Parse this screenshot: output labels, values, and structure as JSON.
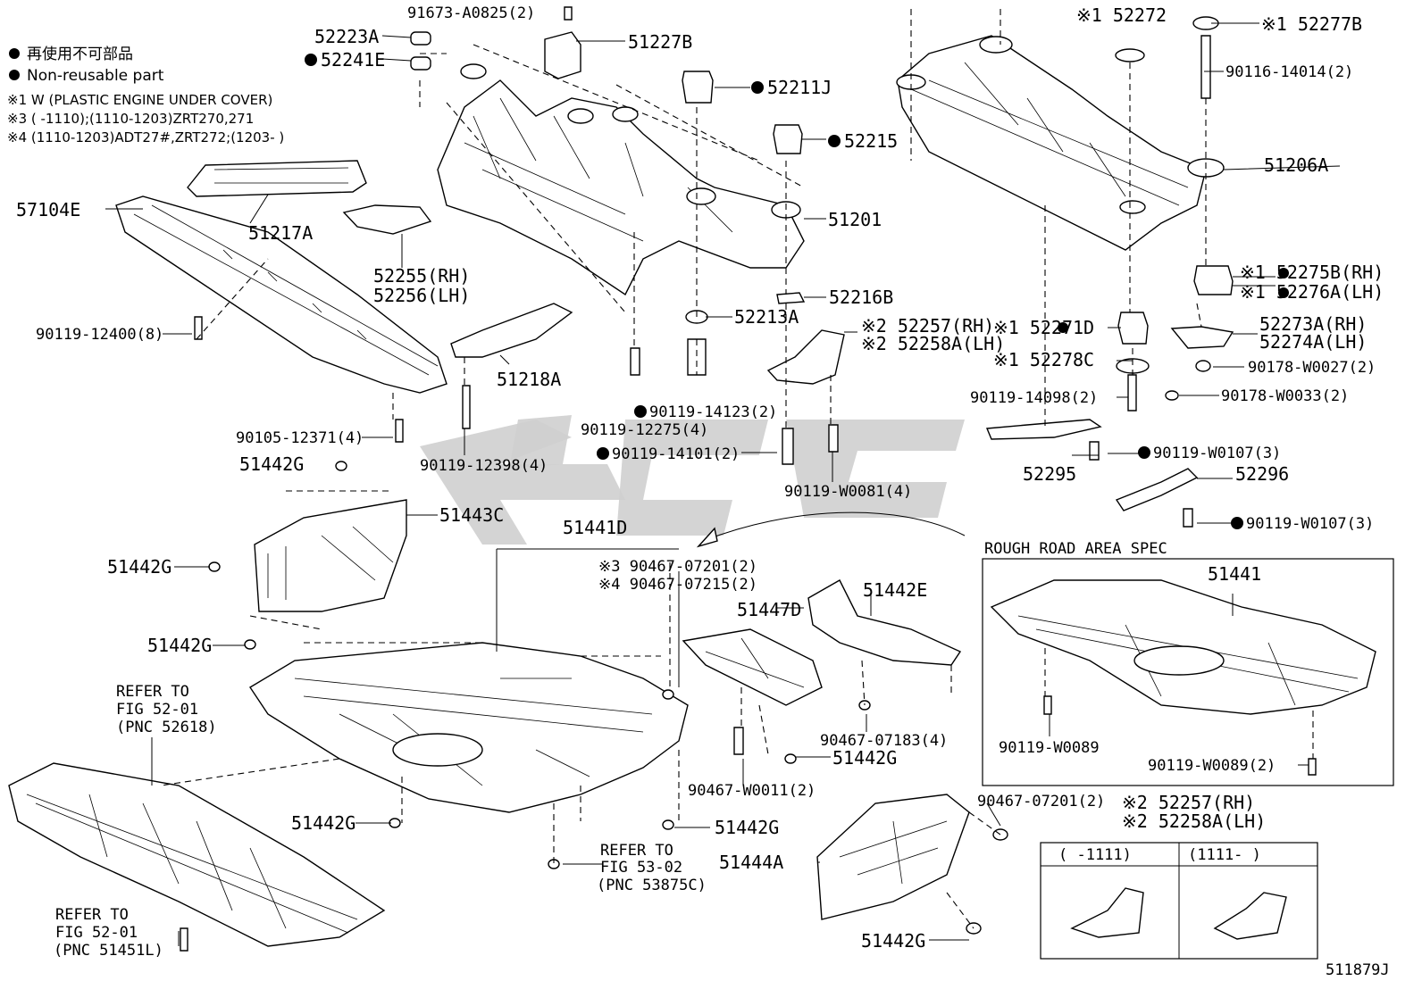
{
  "legend": {
    "non_reusable_jp": "再使用不可部品",
    "non_reusable_en": "Non-reusable part",
    "note1": "※1 W (PLASTIC ENGINE UNDER COVER)",
    "note3": "※3 (       -1110);(1110-1203)ZRT270,271",
    "note4": "※4 (1110-1203)ADT27#,ZRT272;(1203-       )"
  },
  "parts": {
    "p91673": "91673-A0825(2)",
    "p52223A": "52223A",
    "p52241E": "52241E",
    "p51227B": "51227B",
    "p52211J": "52211J",
    "p52215": "52215",
    "p51201": "51201",
    "p57104E": "57104E",
    "p51217A": "51217A",
    "p52255": "52255(RH)",
    "p52256": "52256(LH)",
    "p52216B": "52216B",
    "p52213A": "52213A",
    "p90119_12400": "90119-12400(8)",
    "p51218A": "51218A",
    "p90119_14123": "90119-14123(2)",
    "p90119_12275": "90119-12275(4)",
    "p90105": "90105-12371(4)",
    "p90119_12398": "90119-12398(4)",
    "p90119_14101": "90119-14101(2)",
    "p90119_W0081": "90119-W0081(4)",
    "p52257_top": "※2 52257(RH)",
    "p52258A_top": "※2 52258A(LH)",
    "p52272": "※1 52272",
    "p52277B": "※1 52277B",
    "p90116": "90116-14014(2)",
    "p51206A": "51206A",
    "p52275B": "※1 52275B(RH)",
    "p52276A": "※1 52276A(LH)",
    "p52271D": "※1 52271D",
    "p52273A": "52273A(RH)",
    "p52274A": "52274A(LH)",
    "p52278C": "※1 52278C",
    "p90178_W0027": "90178-W0027(2)",
    "p90119_14098": "90119-14098(2)",
    "p90178_W0033": "90178-W0033(2)",
    "p52295": "52295",
    "p90119_W0107a": "90119-W0107(3)",
    "p52296": "52296",
    "p90119_W0107b": "90119-W0107(3)",
    "p51442G": "51442G",
    "p51443C": "51443C",
    "p51441D": "51441D",
    "p90467_07201_3": "※3 90467-07201(2)",
    "p90467_07215_4": "※4 90467-07215(2)",
    "p51447D": "51447D",
    "p51442E": "51442E",
    "p90467_07183": "90467-07183(4)",
    "p90467_W0011": "90467-W0011(2)",
    "p90467_07201": "90467-07201(2)",
    "p51444A": "51444A",
    "p52257_box": "※2 52257(RH)",
    "p52258A_box": "※2 52258A(LH)",
    "p51441": "51441",
    "p90119_W0089": "90119-W0089",
    "p90119_W0089_2": "90119-W0089(2)"
  },
  "rough_road": {
    "title": "ROUGH ROAD AREA SPEC",
    "col1": "(       -1111)",
    "col2": "(1111-       )"
  },
  "refs": {
    "ref1_a": "REFER TO",
    "ref1_b": "FIG 52-01",
    "ref1_c": "(PNC 52618)",
    "ref2_a": "REFER TO",
    "ref2_b": "FIG 53-02",
    "ref2_c": "(PNC 53875C)",
    "ref3_a": "REFER TO",
    "ref3_b": "FIG 52-01",
    "ref3_c": "(PNC 51451L)"
  },
  "figure_code": "511879J",
  "colors": {
    "line": "#000000",
    "watermark": "#cfcfcf",
    "background": "#ffffff"
  }
}
